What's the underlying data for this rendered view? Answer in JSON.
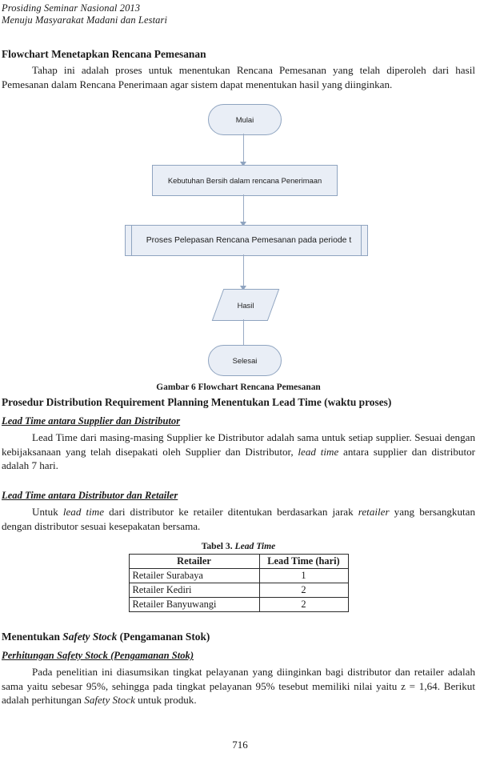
{
  "running_head": {
    "line1": "Prosiding Seminar Nasional 2013",
    "line2": "Menuju Masyarakat Madani dan Lestari"
  },
  "sections": {
    "flowchart_heading": "Flowchart Menetapkan Rencana Pemesanan",
    "flowchart_paragraph": "Tahap ini adalah proses untuk menentukan Rencana Pemesanan yang telah diperoleh dari hasil Pemesanan dalam Rencana Penerimaan agar sistem dapat menentukan hasil yang diinginkan.",
    "figure_caption": "Gambar 6 Flowchart Rencana Pemesanan",
    "prosedur_heading": "Prosedur Distribution Requirement Planning Menentukan Lead Time (waktu proses)",
    "sub1_heading": "Lead Time antara Supplier dan Distributor",
    "sub1_paragraph_a": "Lead Time dari masing-masing Supplier ke Distributor adalah sama untuk setiap supplier. Sesuai dengan kebijaksanaan yang telah disepakati oleh Supplier dan Distributor, ",
    "sub1_paragraph_italic": "lead time",
    "sub1_paragraph_b": " antara supplier dan distributor adalah 7 hari.",
    "sub2_heading": "Lead Time antara Distributor dan Retailer",
    "sub2_paragraph_a": "Untuk ",
    "sub2_paragraph_it1": "lead time",
    "sub2_paragraph_b": " dari distributor ke retailer ditentukan berdasarkan jarak ",
    "sub2_paragraph_it2": "retailer",
    "sub2_paragraph_c": " yang bersangkutan dengan distributor sesuai kesepakatan bersama.",
    "safety_heading_a": "Menentukan ",
    "safety_heading_it": "Safety Stock",
    "safety_heading_b": " (Pengamanan Stok)",
    "safety_sub_heading": "Perhitungan Safety Stock (Pengamanan Stok)",
    "safety_paragraph_a": "Pada penelitian ini diasumsikan tingkat pelayanan yang diinginkan bagi distributor dan retailer adalah sama yaitu sebesar 95%, sehingga pada tingkat pelayanan 95% tesebut memiliki nilai yaitu z = 1,64. Berikut adalah perhitungan ",
    "safety_paragraph_it": "Safety Stock",
    "safety_paragraph_b": " untuk produk."
  },
  "flowchart": {
    "nodes": [
      {
        "id": "mulai",
        "label": "Mulai",
        "shape": "terminator"
      },
      {
        "id": "kebutuhan",
        "label": "Kebutuhan Bersih dalam rencana Penerimaan",
        "shape": "process"
      },
      {
        "id": "proses",
        "label": "Proses Pelepasan Rencana Pemesanan pada periode t",
        "shape": "predefined-process"
      },
      {
        "id": "hasil",
        "label": "Hasil",
        "shape": "parallelogram"
      },
      {
        "id": "selesai",
        "label": "Selesai",
        "shape": "terminator"
      }
    ],
    "fill_color": "#e9eef6",
    "border_color": "#8fa4c0"
  },
  "table": {
    "caption_label": "Tabel 3.",
    "caption_title": "Lead Time",
    "headers": [
      "Retailer",
      "Lead Time (hari)"
    ],
    "rows": [
      [
        "Retailer Surabaya",
        "1"
      ],
      [
        "Retailer Kediri",
        "2"
      ],
      [
        "Retailer Banyuwangi",
        "2"
      ]
    ]
  },
  "page_number": "716"
}
